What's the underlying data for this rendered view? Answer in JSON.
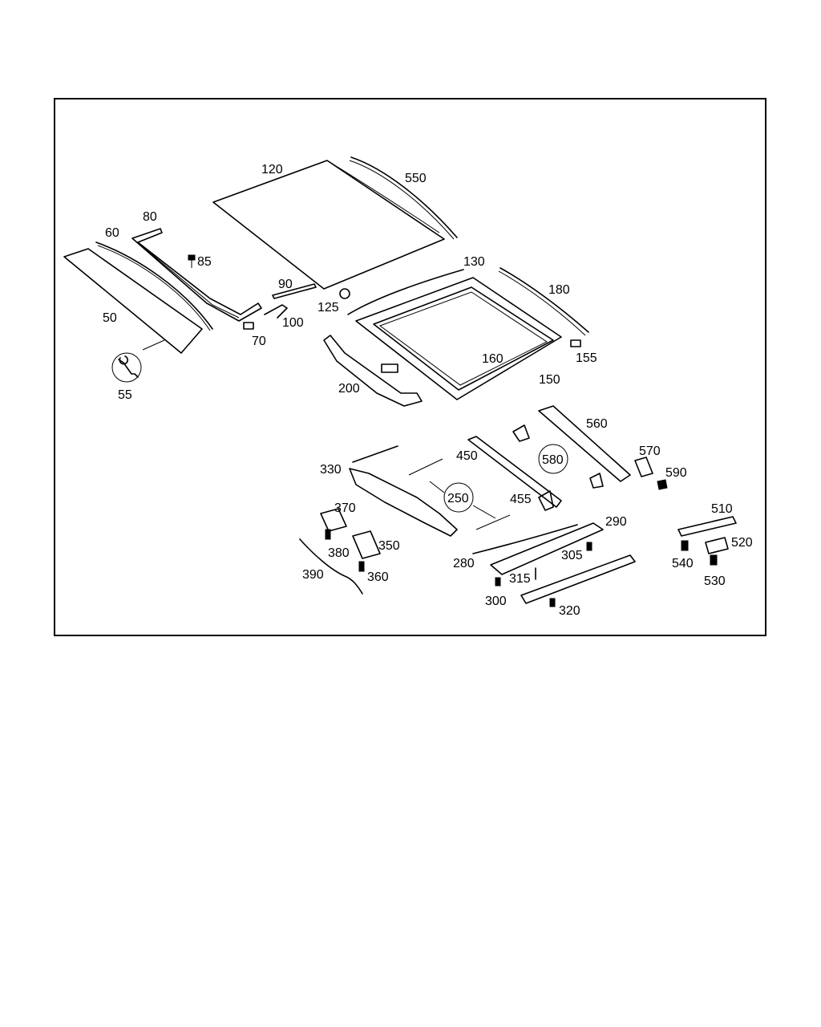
{
  "colors": {
    "line": "#000000",
    "background": "#ffffff"
  },
  "labels": {
    "l50": "50",
    "l55": "55",
    "l60": "60",
    "l70": "70",
    "l80": "80",
    "l85": "85",
    "l90": "90",
    "l100": "100",
    "l120": "120",
    "l125": "125",
    "l130": "130",
    "l150": "150",
    "l155": "155",
    "l160": "160",
    "l180": "180",
    "l200": "200",
    "l250": "250",
    "l280": "280",
    "l290": "290",
    "l300": "300",
    "l305": "305",
    "l315": "315",
    "l320": "320",
    "l330": "330",
    "l350": "350",
    "l360": "360",
    "l370": "370",
    "l380": "380",
    "l390": "390",
    "l450": "450",
    "l455": "455",
    "l510": "510",
    "l520": "520",
    "l530": "530",
    "l540": "540",
    "l550": "550",
    "l560": "560",
    "l570": "570",
    "l580": "580",
    "l590": "590"
  },
  "icons": {
    "tool": "wrench-icon"
  }
}
